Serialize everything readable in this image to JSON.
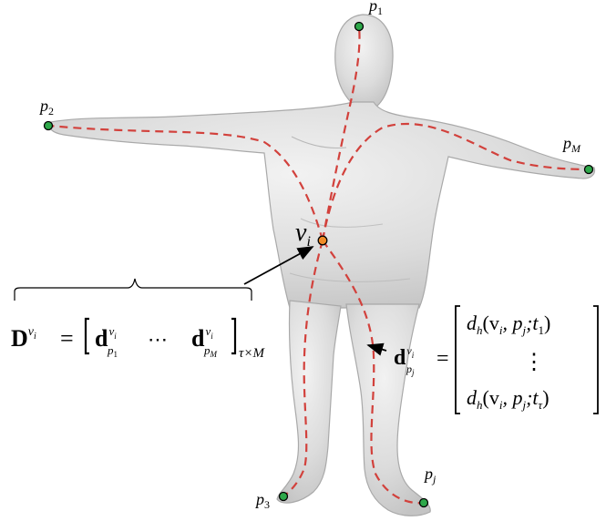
{
  "labels": {
    "p1": {
      "base": "p",
      "sub": "1"
    },
    "p2": {
      "base": "p",
      "sub": "2"
    },
    "pM": {
      "base": "p",
      "sub": "M"
    },
    "p3": {
      "base": "p",
      "sub": "3"
    },
    "pj": {
      "base": "p",
      "sub": "j"
    },
    "vi": {
      "base": "v",
      "sub": "i"
    }
  },
  "matrix_D": {
    "lhs_base": "D",
    "lhs_sup": "v",
    "lhs_sup_sub": "i",
    "equals": "=",
    "first_col": {
      "base": "d",
      "sup": "v",
      "sup_sub": "i",
      "sub": "p",
      "sub_sub": "1"
    },
    "dots": "⋯",
    "last_col": {
      "base": "d",
      "sup": "v",
      "sup_sub": "i",
      "sub": "p",
      "sub_sub": "M"
    },
    "size_sub": "τ×M"
  },
  "vector_d": {
    "lhs_base": "d",
    "lhs_sup": "v",
    "lhs_sup_sub": "i",
    "lhs_sub": "p",
    "lhs_sub_sub": "j",
    "equals": "=",
    "row1": "d",
    "row1_sub": "h",
    "row1_args": "(v",
    "row1_args_sub1": "i",
    "row1_args_mid": ", p",
    "row1_args_sub2": "j",
    "row1_args_end": ";t",
    "row1_args_sub3": "1",
    "row1_close": ")",
    "vdots": "⋮",
    "row3": "d",
    "row3_sub": "h",
    "row3_args": "(v",
    "row3_args_sub1": "i",
    "row3_args_mid": ", p",
    "row3_args_sub2": "j",
    "row3_args_end": ";t",
    "row3_args_sub3": "τ",
    "row3_close": ")"
  },
  "colors": {
    "body_fill": "#dcdcdc",
    "body_stroke": "#a9a9a9",
    "geodesic": "#d2413c",
    "landmark": "#2ea84a",
    "vertex": "#f08c28"
  }
}
